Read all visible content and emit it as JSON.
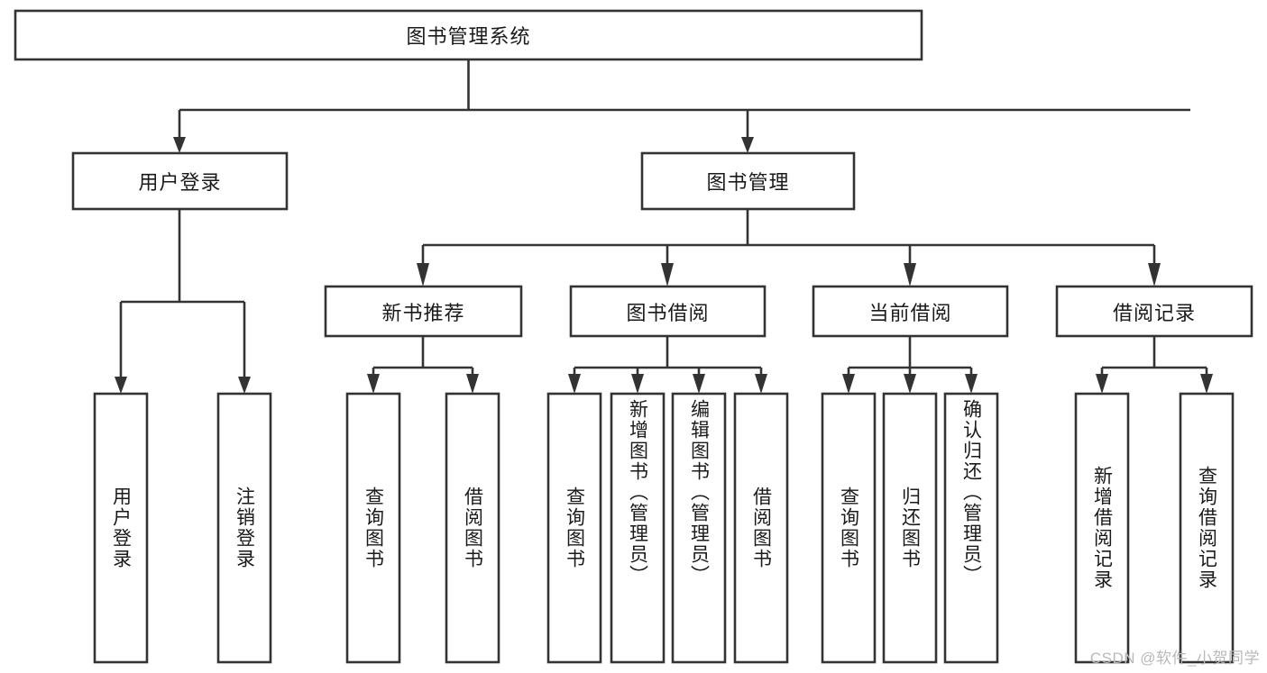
{
  "diagram": {
    "type": "tree-hierarchy",
    "title": "图书管理系统",
    "orientation": "top-down",
    "colors": {
      "box_stroke": "#333333",
      "box_fill": "#ffffff",
      "connector": "#333333",
      "text": "#1a1a1a",
      "background": "#ffffff",
      "watermark": "#b9b9b9"
    },
    "root": {
      "label": "图书管理系统",
      "orientation": "horizontal"
    },
    "level2": [
      {
        "label": "用户登录",
        "orientation": "horizontal"
      },
      {
        "label": "图书管理",
        "orientation": "horizontal"
      }
    ],
    "level3": [
      {
        "label": "新书推荐",
        "orientation": "horizontal"
      },
      {
        "label": "图书借阅",
        "orientation": "horizontal"
      },
      {
        "label": "当前借阅",
        "orientation": "horizontal"
      },
      {
        "label": "借阅记录",
        "orientation": "horizontal"
      }
    ],
    "leaves": {
      "user_login": [
        {
          "label": "用户登录",
          "orientation": "vertical"
        },
        {
          "label": "注销登录",
          "orientation": "vertical"
        }
      ],
      "new_book_recommend": [
        {
          "label": "查询图书",
          "orientation": "vertical"
        },
        {
          "label": "借阅图书",
          "orientation": "vertical"
        }
      ],
      "book_borrow": [
        {
          "label": "查询图书",
          "orientation": "vertical"
        },
        {
          "label": "新增图书（管理员）",
          "orientation": "vertical"
        },
        {
          "label": "编辑图书（管理员）",
          "orientation": "vertical"
        },
        {
          "label": "借阅图书",
          "orientation": "vertical"
        }
      ],
      "current_borrow": [
        {
          "label": "查询图书",
          "orientation": "vertical"
        },
        {
          "label": "归还图书",
          "orientation": "vertical"
        },
        {
          "label": "确认归还（管理员）",
          "orientation": "vertical"
        }
      ],
      "borrow_record": [
        {
          "label": "新增借阅记录",
          "orientation": "vertical"
        },
        {
          "label": "查询借阅记录",
          "orientation": "vertical"
        }
      ]
    }
  },
  "watermark": {
    "text": "CSDN @软件_小贺同学"
  }
}
